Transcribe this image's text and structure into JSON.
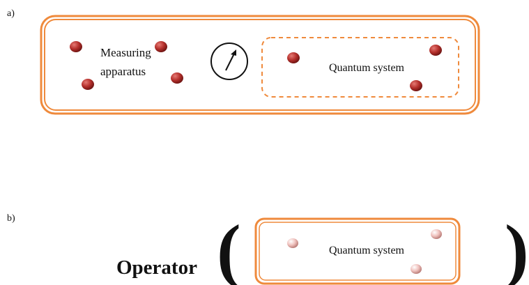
{
  "panel_a": {
    "label": "a)",
    "apparatus_label_line1": "Measuring",
    "apparatus_label_line2": "apparatus",
    "system_label": "Quantum system"
  },
  "panel_b": {
    "label": "b)",
    "operator_label": "Operator",
    "left_paren": "(",
    "right_paren": ")",
    "system_label": "Quantum system"
  },
  "colors": {
    "frame": "#ef8a3c",
    "particle_dark": "#b5302c",
    "particle_light": "#ecb4b0",
    "ink": "#111111"
  },
  "icons": [
    "meter-dial-icon",
    "particle-icon"
  ]
}
